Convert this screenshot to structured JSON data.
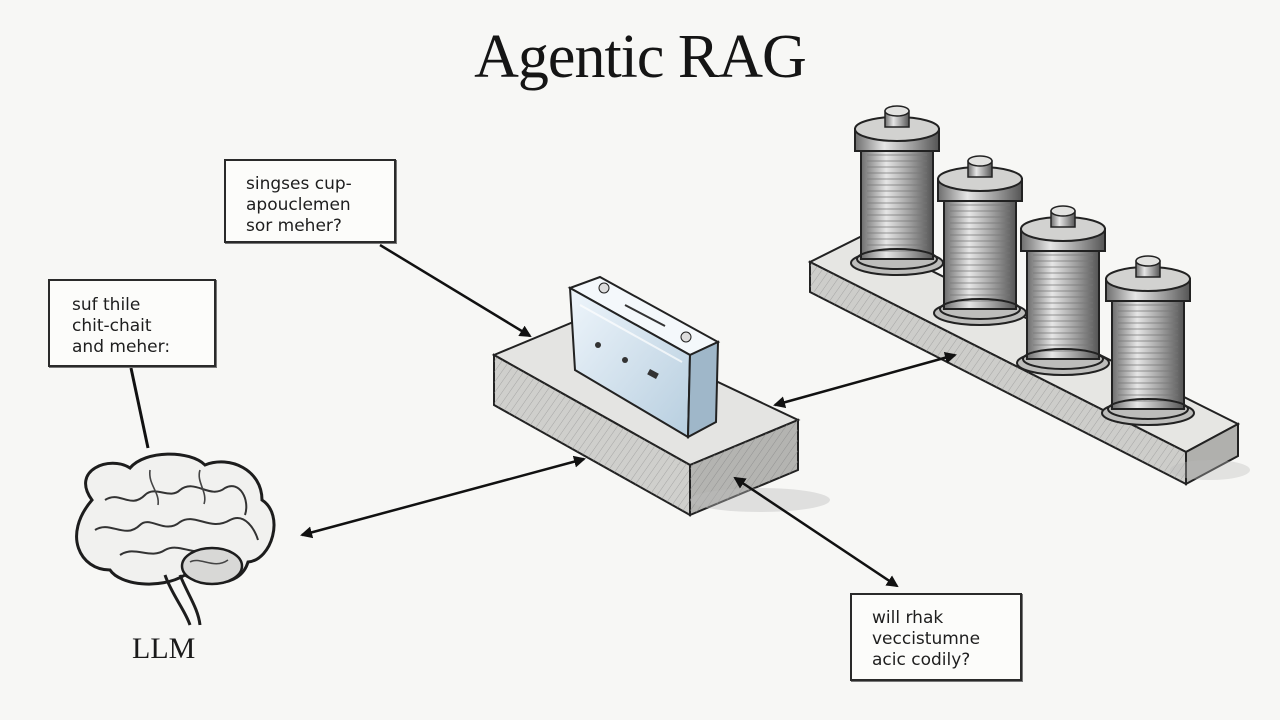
{
  "title": "Agentic RAG",
  "llm_label": "LLM",
  "query_boxes": [
    {
      "lines": [
        "singses cup-",
        "apouclemen",
        "sor meher?"
      ]
    },
    {
      "lines": [
        "suf thile",
        "chit-chait",
        "and meher:"
      ]
    },
    {
      "lines": [
        "will rhak",
        "veccistumne",
        "acic codily?"
      ]
    }
  ],
  "icons": [
    "brain-icon",
    "router-device-icon",
    "vector-database-icon"
  ],
  "colors": {
    "background": "#f7f7f5",
    "ink": "#1e1e1e",
    "device": "#dbe8f2"
  }
}
